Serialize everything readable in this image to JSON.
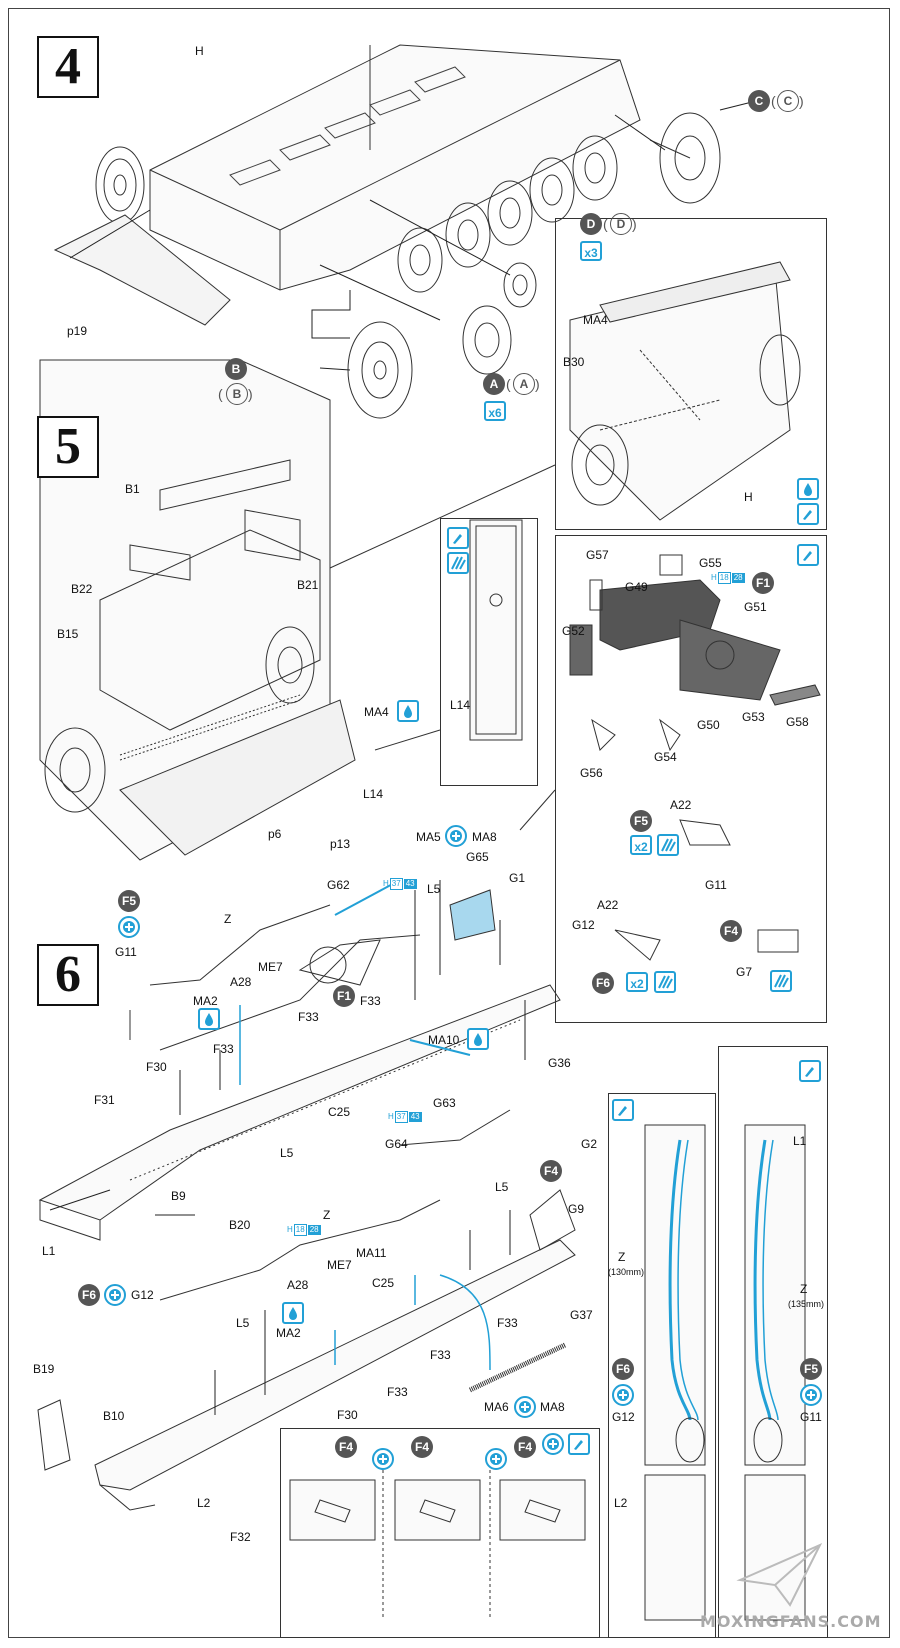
{
  "steps": {
    "step4": "4",
    "step5": "5",
    "step6": "6"
  },
  "colors": {
    "accent": "#22a0d6",
    "line": "#333333",
    "badge": "#555555"
  },
  "step4_labels": {
    "H": "H",
    "p19": "p19",
    "B": "B",
    "A": "A",
    "C": "C",
    "D": "D",
    "qty_x6": "x6",
    "qty_x3": "x3"
  },
  "step5_labels": {
    "B1": "B1",
    "B22": "B22",
    "B21": "B21",
    "B15": "B15",
    "MA4": "MA4",
    "L14": "L14",
    "p6": "p6",
    "p13": "p13",
    "L14_detail": "L14",
    "MA4_top": "MA4",
    "B30": "B30",
    "H": "H"
  },
  "subassembly_labels": {
    "G57": "G57",
    "G55": "G55",
    "G49": "G49",
    "G51": "G51",
    "F1": "F1",
    "G52": "G52",
    "G50": "G50",
    "G53": "G53",
    "G58": "G58",
    "G54": "G54",
    "G56": "G56",
    "F5": "F5",
    "A22a": "A22",
    "G11": "G11",
    "qty_x2a": "x2",
    "A22b": "A22",
    "G12": "G12",
    "F6": "F6",
    "qty_x2b": "x2",
    "F4": "F4",
    "G7": "G7",
    "ref_h": "H",
    "ref_18": "18",
    "ref_28": "28"
  },
  "step6_labels": {
    "MA5": "MA5",
    "MA8": "MA8",
    "G65": "G65",
    "G1": "G1",
    "G62": "G62",
    "L5a": "L5",
    "ref_h2": "H",
    "ref_37": "37",
    "ref_43": "43",
    "F5": "F5",
    "Z1": "Z",
    "G11": "G11",
    "A28": "A28",
    "ME7": "ME7",
    "F1": "F1",
    "F33a": "F33",
    "MA2": "MA2",
    "F33b": "F33",
    "MA10": "MA10",
    "G36": "G36",
    "F33c": "F33",
    "F30": "F30",
    "C25": "C25",
    "F31": "F31",
    "L5b": "L5",
    "B9": "B9",
    "B20": "B20",
    "L1": "L1",
    "G63": "G63",
    "ref_h3": "H",
    "ref_37b": "37",
    "ref_43b": "43",
    "G64": "G64",
    "G2": "G2",
    "F4": "F4",
    "L5c": "L5",
    "G9": "G9",
    "Z2": "Z",
    "ref_h4": "H",
    "ref_18b": "18",
    "ref_28b": "28",
    "MA11": "MA11",
    "ME7b": "ME7",
    "A28b": "A28",
    "C25b": "C25",
    "F6": "F6",
    "G12": "G12",
    "MA2b": "MA2",
    "L5d": "L5",
    "F33d": "F33",
    "G37": "G37",
    "F33e": "F33",
    "F33f": "F33",
    "B19": "B19",
    "B10": "B10",
    "F30b": "F30",
    "MA6": "MA6",
    "MA8b": "MA8",
    "L2": "L2",
    "F32": "F32",
    "F4a": "F4",
    "F4b": "F4",
    "F4c": "F4"
  },
  "tow_cable_labels": {
    "L1": "L1",
    "Z130": "Z",
    "len130": "(130mm)",
    "Z135": "Z",
    "len135": "(135mm)",
    "F6": "F6",
    "G12": "G12",
    "F5": "F5",
    "G11": "G11",
    "L2": "L2"
  },
  "watermark": "MOXINGFANS.COM"
}
